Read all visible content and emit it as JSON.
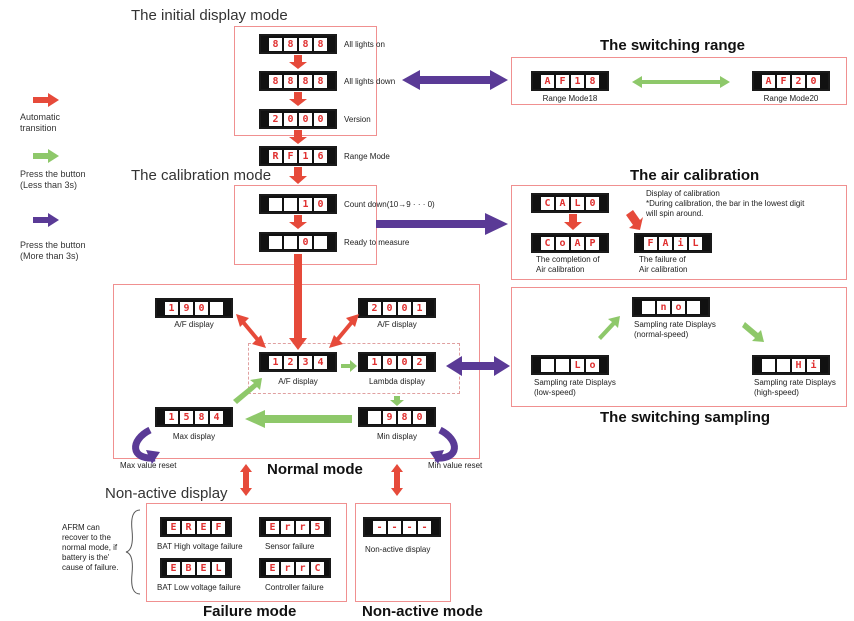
{
  "sections": {
    "initial": "The initial display mode",
    "switching_range": "The switching range",
    "calibration": "The calibration mode",
    "air_calibration": "The air calibration",
    "normal": "Normal mode",
    "switching_sampling": "The switching sampling",
    "non_active_display": "Non-active display",
    "failure": "Failure mode",
    "non_active_mode": "Non-active mode"
  },
  "legend": {
    "auto": "Automatic\ntransition",
    "short": "Press the button\n(Less than 3s)",
    "long": "Press the button\n(More than 3s)"
  },
  "colors": {
    "red": "#e64a3a",
    "green": "#8ec86a",
    "purple": "#5a3a96",
    "frame": "#f09090"
  },
  "initial": {
    "all_on": {
      "digits": [
        "8",
        "8",
        "8",
        "8"
      ],
      "label": "All lights on"
    },
    "all_down": {
      "digits": [
        "8",
        "8",
        "8",
        "8"
      ],
      "label": "All lights down"
    },
    "version": {
      "digits": [
        "2",
        "0",
        "0",
        "0"
      ],
      "label": "Version"
    },
    "range": {
      "digits": [
        "R",
        "F",
        "1",
        "6"
      ],
      "label": "Range Mode"
    }
  },
  "switching_range": {
    "m18": {
      "digits": [
        "A",
        "F",
        "1",
        "8"
      ],
      "label": "Range Mode18"
    },
    "m20": {
      "digits": [
        "A",
        "F",
        "2",
        "0"
      ],
      "label": "Range Mode20"
    }
  },
  "calibration": {
    "countdown": {
      "digits": [
        "",
        "",
        "1",
        "0"
      ],
      "label": "Count down(10→9 · · · 0)"
    },
    "ready": {
      "digits": [
        "",
        "",
        "0",
        ""
      ],
      "label": "Ready to measure"
    }
  },
  "air_cal": {
    "cal": {
      "digits": [
        "C",
        "A",
        "L",
        "0"
      ]
    },
    "note_title": "Display of calibration",
    "note_body": "*During calibration, the bar in the lowest digit\nwill spin around.",
    "comp": {
      "digits": [
        "C",
        "o",
        "A",
        "P"
      ],
      "label": "The completion of\nAir calibration"
    },
    "fail": {
      "digits": [
        "F",
        "A",
        "i",
        "L"
      ],
      "label": "The failure of\nAir calibration"
    }
  },
  "normal": {
    "af1": {
      "digits": [
        "1",
        "9",
        "0",
        ""
      ],
      "label": "A/F display"
    },
    "af2": {
      "digits": [
        "2",
        "0",
        "0",
        "1"
      ],
      "label": "A/F display"
    },
    "af_main": {
      "digits": [
        "1",
        "2",
        "3",
        "4"
      ],
      "label": "A/F display"
    },
    "lambda": {
      "digits": [
        "1",
        "0",
        "0",
        "2"
      ],
      "label": "Lambda display"
    },
    "max": {
      "digits": [
        "1",
        "5",
        "8",
        "4"
      ],
      "label": "Max display"
    },
    "min": {
      "digits": [
        "",
        "9",
        "8",
        "0"
      ],
      "label": "Min display"
    },
    "max_reset": "Max value reset",
    "min_reset": "Min value reset"
  },
  "sampling": {
    "normal": {
      "digits": [
        "",
        "n",
        "o",
        ""
      ],
      "label": "Sampling rate Displays\n(normal-speed)"
    },
    "low": {
      "digits": [
        "",
        "",
        "L",
        "o"
      ],
      "label": "Sampling rate Displays\n(low-speed)"
    },
    "high": {
      "digits": [
        "",
        "",
        "H",
        "i"
      ],
      "label": "Sampling rate Displays\n(high-speed)"
    }
  },
  "failure": {
    "note": "AFRM can\nrecover to the\nnormal mode, if\nbattery is the'\ncause of failure.",
    "bat_high": {
      "digits": [
        "E",
        "R",
        "E",
        "F"
      ],
      "label": "BAT High voltage failure"
    },
    "sensor": {
      "digits": [
        "E",
        "r",
        "r",
        "5"
      ],
      "label": "Sensor failure"
    },
    "bat_low": {
      "digits": [
        "E",
        "B",
        "E",
        "L"
      ],
      "label": "BAT Low voltage failure"
    },
    "controller": {
      "digits": [
        "E",
        "r",
        "r",
        "C"
      ],
      "label": "Controller failure"
    }
  },
  "non_active": {
    "digits": [
      "-",
      "-",
      "-",
      "-"
    ],
    "label": "Non-active display"
  }
}
